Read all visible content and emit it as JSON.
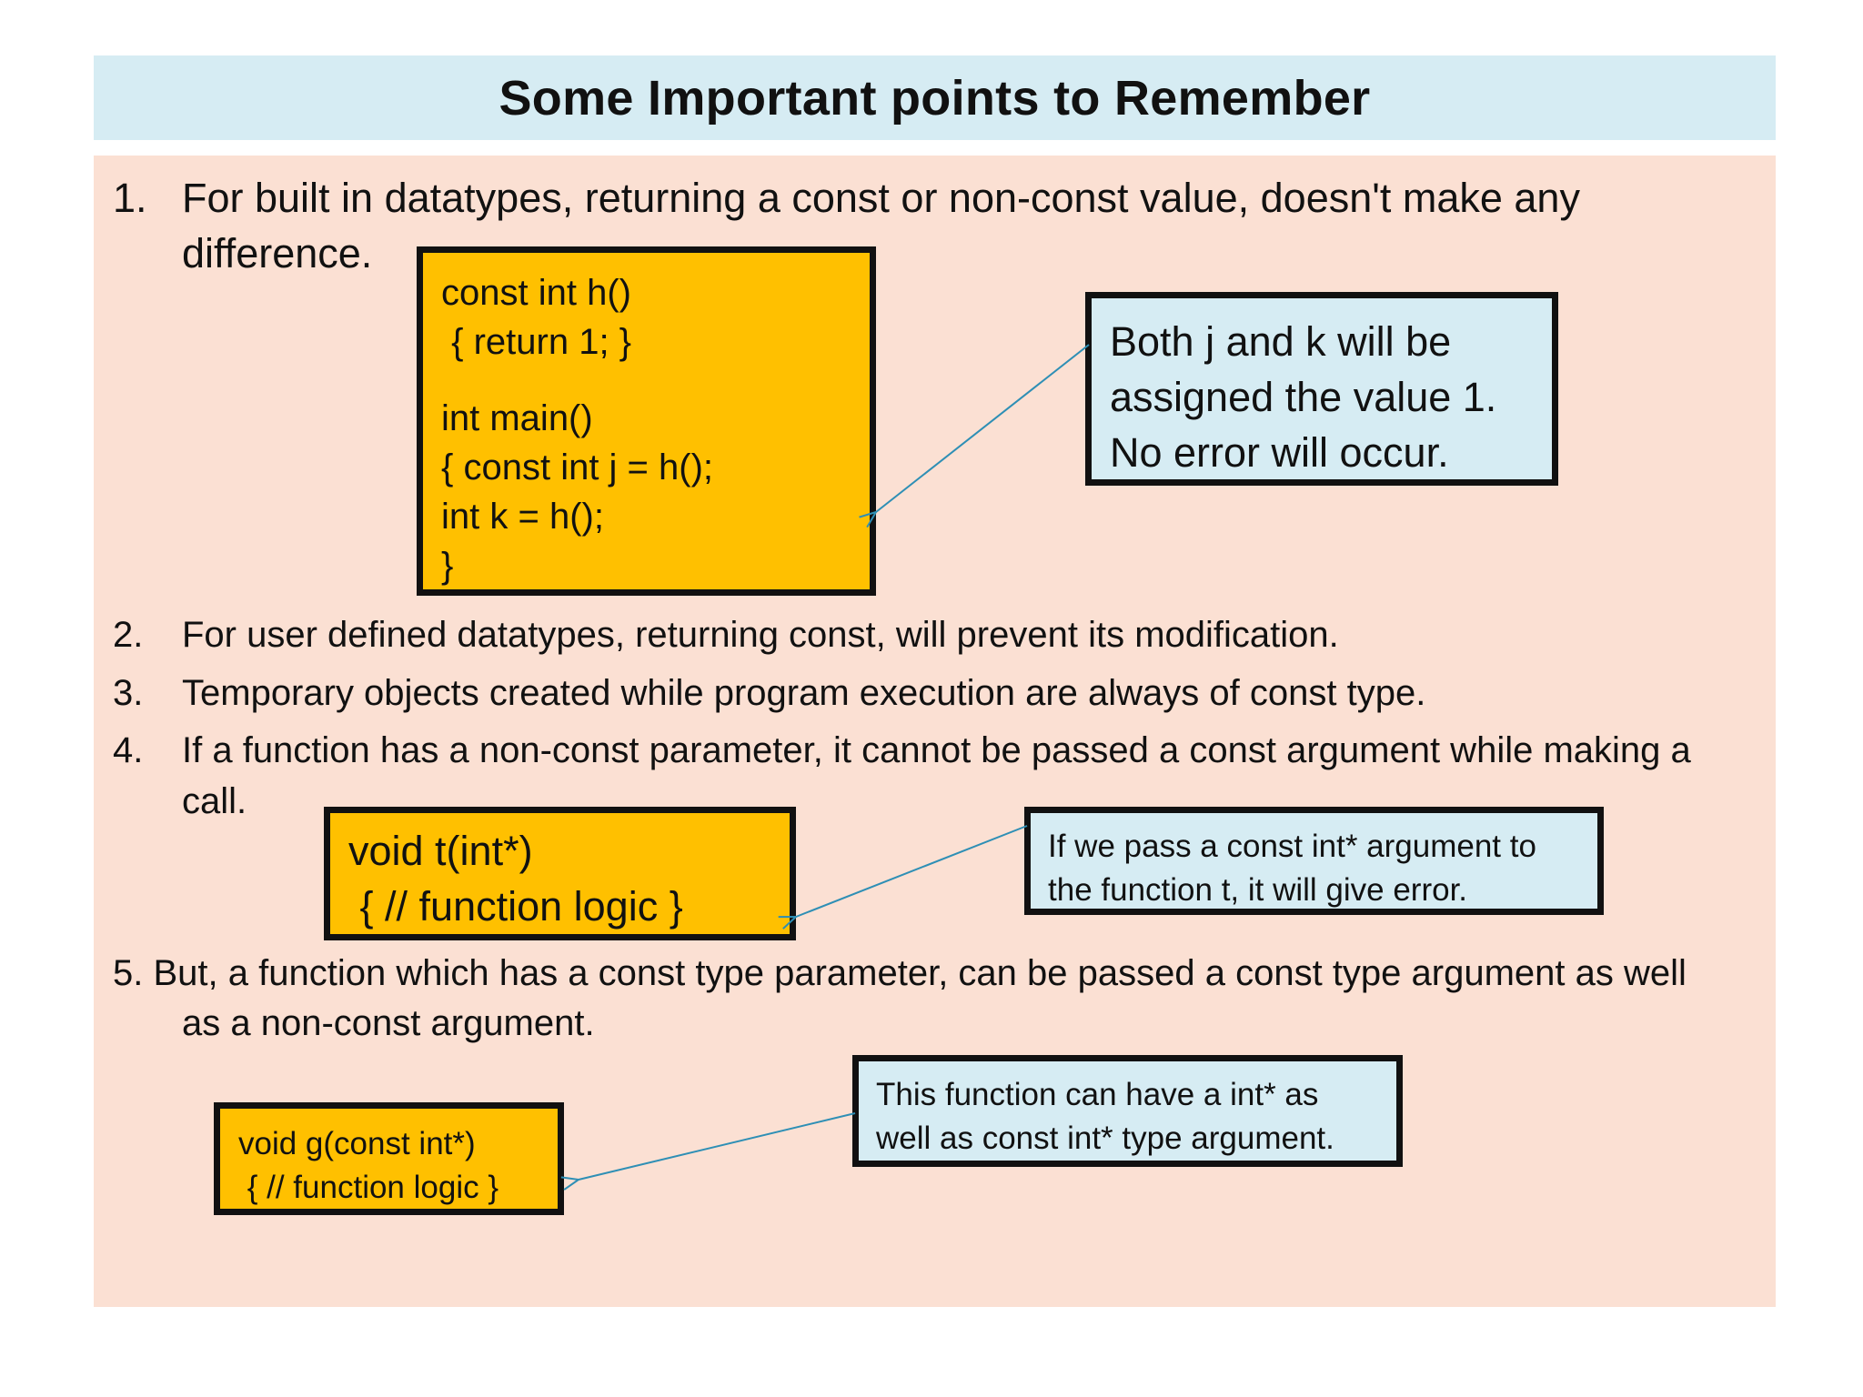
{
  "title": "Some Important points to Remember",
  "points": [
    {
      "num": "1.",
      "line1": "For built in datatypes, returning a const or non-const value, doesn't make any",
      "line2": "difference."
    },
    {
      "num": "2.",
      "line1": "For user defined datatypes, returning const, will prevent its modification."
    },
    {
      "num": "3.",
      "line1": "Temporary objects created while program execution are always of const type."
    },
    {
      "num": "4.",
      "line1": "If a function has a non-const parameter, it cannot be passed a const argument while making a",
      "line2": "call."
    },
    {
      "num": "5.",
      "line1": "But, a function which has a const type parameter, can be passed a const type argument as well",
      "line2": "as a non-const argument."
    }
  ],
  "code_boxes": [
    {
      "lines": [
        "const int h()",
        " { return 1; }",
        "int main()",
        "{ const int j = h();",
        "int k = h();",
        "}"
      ]
    },
    {
      "lines": [
        "void t(int*)",
        " { // function logic }"
      ]
    },
    {
      "lines": [
        "void g(const int*)",
        " { // function logic }"
      ]
    }
  ],
  "notes": [
    {
      "lines": [
        "Both j and k will be",
        "assigned the value 1.",
        "No error will occur."
      ]
    },
    {
      "lines": [
        "If we pass a const int* argument to",
        "the function t, it will give error."
      ]
    },
    {
      "lines": [
        "This function can have a int* as",
        "well as const int* type argument."
      ]
    }
  ],
  "colors": {
    "code_box": "#ffc000",
    "note_box": "#d6ecf3",
    "panel": "#fbe0d3",
    "arrow": "#2e8fb5"
  }
}
